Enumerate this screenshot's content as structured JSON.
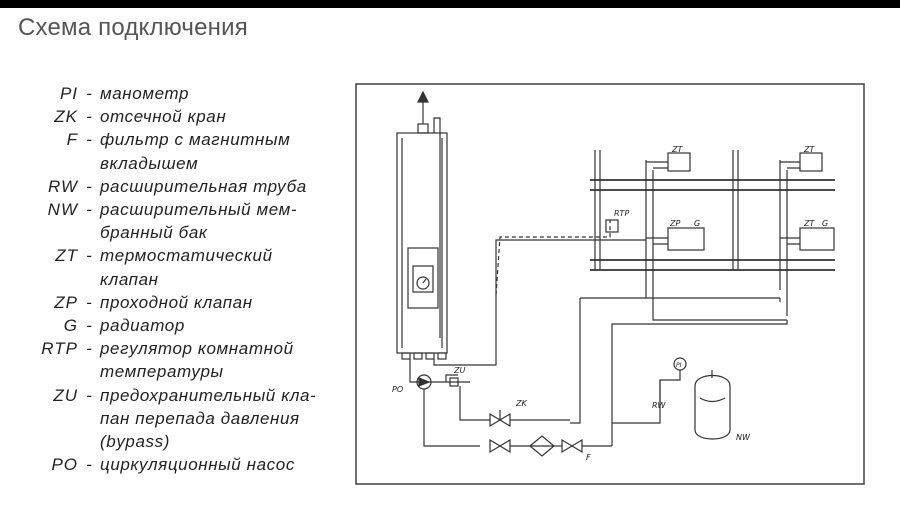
{
  "title": "Схема подключения",
  "legend": [
    {
      "code": "PI",
      "lines": [
        "манометр"
      ]
    },
    {
      "code": "ZK",
      "lines": [
        "отсечной кран"
      ]
    },
    {
      "code": "F",
      "lines": [
        "фильтр с магнитным",
        "вкладышем"
      ]
    },
    {
      "code": "RW",
      "lines": [
        "расширительная труба"
      ]
    },
    {
      "code": "NW",
      "lines": [
        "расширительный мем-",
        "бранный бак"
      ]
    },
    {
      "code": "ZT",
      "lines": [
        "термостатический",
        "клапан"
      ]
    },
    {
      "code": "ZP",
      "lines": [
        "проходной клапан"
      ]
    },
    {
      "code": "G",
      "lines": [
        "радиатор"
      ]
    },
    {
      "code": "RTP",
      "lines": [
        "регулятор комнатной",
        "температуры"
      ]
    },
    {
      "code": "ZU",
      "lines": [
        "предохранительный кла-",
        "пан перепада давления",
        "(bypass)"
      ]
    },
    {
      "code": "PO",
      "lines": [
        "циркуляционный насос"
      ]
    }
  ],
  "diagram_labels": {
    "zt_upper_left": "ZT",
    "zt_upper_right": "ZT",
    "zt_lower_right": "ZT",
    "rtp": "RTP",
    "zp": "ZP",
    "g_left": "G",
    "g_right": "G",
    "pi": "PI",
    "rw": "RW",
    "nw": "NW",
    "zk": "ZK",
    "zu": "ZU",
    "po": "PO",
    "f": "F"
  },
  "dash": "-"
}
